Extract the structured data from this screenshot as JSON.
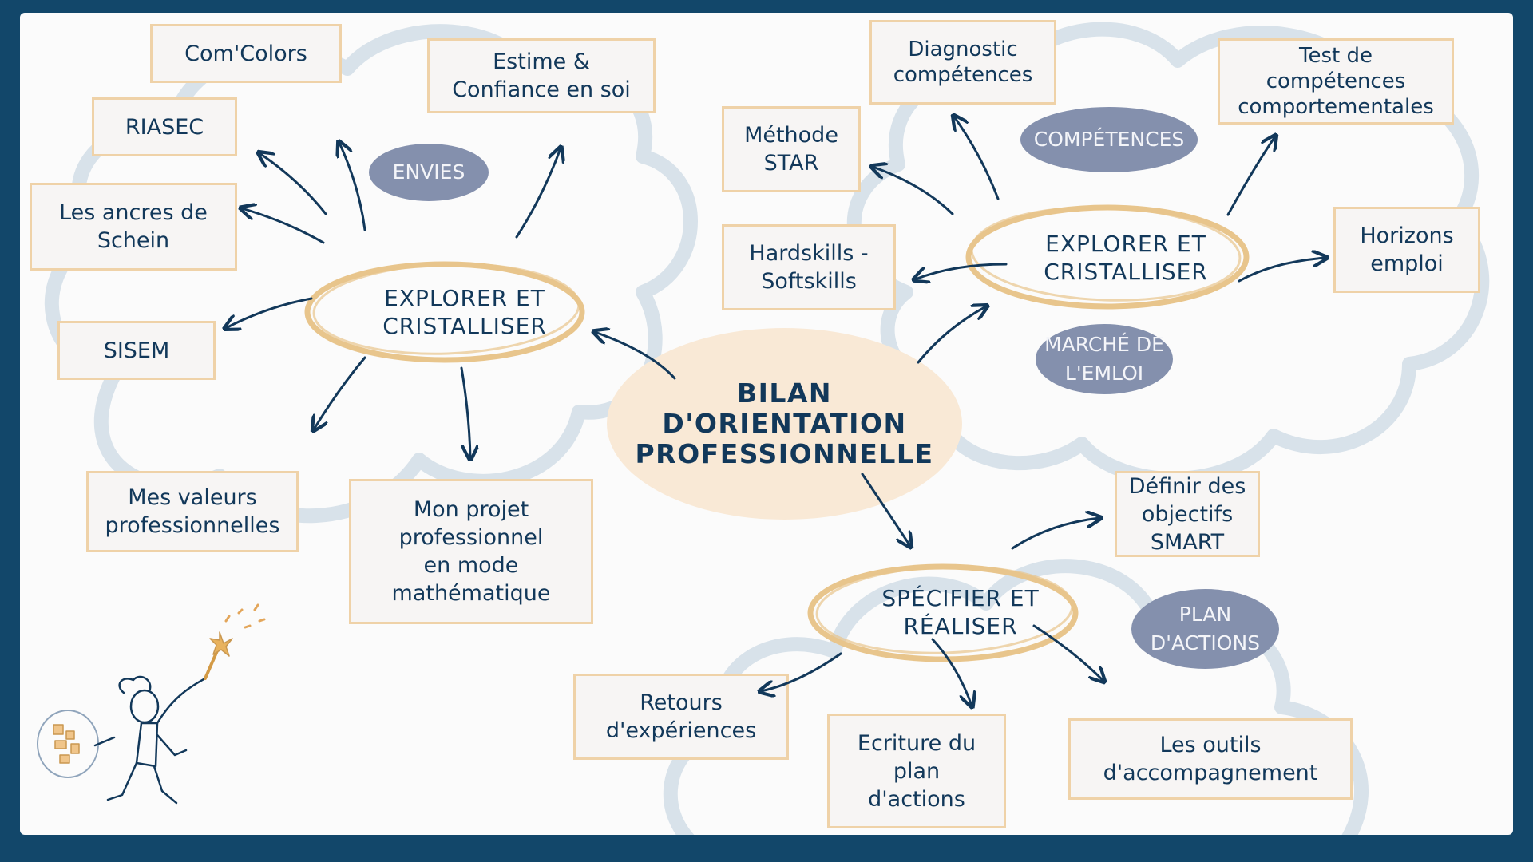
{
  "center": {
    "label": "BILAN\nD'ORIENTATION\nPROFESSIONNELLE"
  },
  "clusters": {
    "envies": {
      "tag": "ENVIES",
      "hub": "EXPLORER ET\nCRISTALLISER",
      "items": [
        "Com'Colors",
        "Estime &\nConfiance en soi",
        "RIASEC",
        "Les ancres de\nSchein",
        "SISEM",
        "Mes valeurs\nprofessionnelles",
        "Mon projet\nprofessionnel\nen mode\nmathématique"
      ]
    },
    "competences": {
      "tag": "COMPÉTENCES",
      "hub": "EXPLORER ET\nCRISTALLISER",
      "tag2": "MARCHÉ DE\nL'EMLOI",
      "items": [
        "Diagnostic\ncompétences",
        "Test de\ncompétences\ncomportementales",
        "Méthode\nSTAR",
        "Hardskills -\nSoftskills",
        "Horizons\nemploi"
      ]
    },
    "plan": {
      "tag": "PLAN\nD'ACTIONS",
      "hub": "SPÉCIFIER ET\nRÉALISER",
      "items": [
        "Définir des\nobjectifs\nSMART",
        "Retours\nd'expériences",
        "Ecriture du\nplan\nd'actions",
        "Les outils\nd'accompagnement"
      ]
    }
  },
  "colors": {
    "frame": "#12476a",
    "text": "#12385a",
    "box_border": "#efd2a8",
    "pill": "#8490ad",
    "center_fill": "#f9e9d6",
    "cloud": "#d8e2ea",
    "ring": "#e8c58c"
  },
  "illustration": {
    "icon": "wizard-girl-with-wand-icon"
  }
}
